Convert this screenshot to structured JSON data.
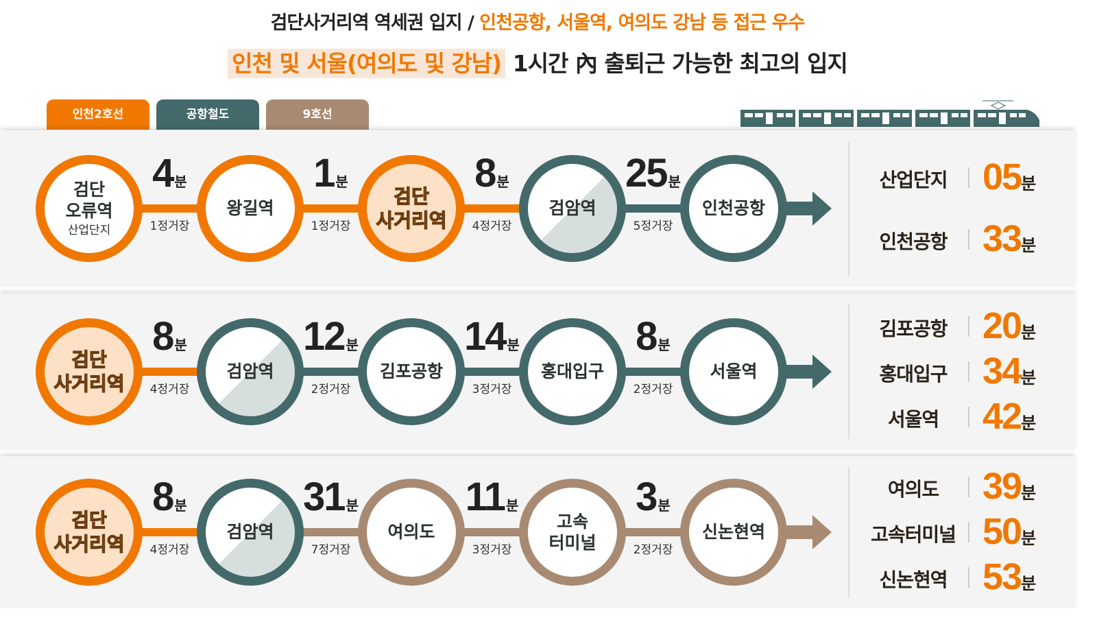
{
  "header": {
    "line1_black": "검단사거리역 역세권 입지 / ",
    "line1_orange": "인천공항, 서울역, 여의도 강남 등 접근 우수",
    "line2_highlight": "인천 및 서울(여의도 및 강남)",
    "line2_rest": " 1시간 內 출퇴근 가능한 최고의 입지"
  },
  "colors": {
    "orange": "#f07800",
    "teal": "#44696a",
    "brown": "#a88a72"
  },
  "tabs": [
    {
      "label": "인천2호선",
      "color": "#f07800"
    },
    {
      "label": "공항철도",
      "color": "#44696a"
    },
    {
      "label": "9호선",
      "color": "#a88a72"
    }
  ],
  "unit": "분",
  "rows": [
    {
      "arrow": "#44696a",
      "stations": [
        {
          "name": "검단\n오류역",
          "sub": "산업단지",
          "ring": "#f07800",
          "style": "plain"
        },
        {
          "name": "왕길역",
          "ring": "#f07800",
          "style": "plain"
        },
        {
          "name": "검단\n사거리역",
          "ring": "#f07800",
          "style": "hl"
        },
        {
          "name": "검암역",
          "ring": "#44696a",
          "style": "shaded"
        },
        {
          "name": "인천공항",
          "ring": "#44696a",
          "style": "plain"
        }
      ],
      "segments": [
        {
          "minutes": "4",
          "stops": "1정거장",
          "color": "#f07800"
        },
        {
          "minutes": "1",
          "stops": "1정거장",
          "color": "#f07800"
        },
        {
          "minutes": "8",
          "stops": "4정거장",
          "color": "#f07800"
        },
        {
          "minutes": "25",
          "stops": "5정거장",
          "color": "#44696a"
        }
      ],
      "summary": [
        {
          "name": "산업단지",
          "minutes": "05"
        },
        {
          "name": "인천공항",
          "minutes": "33"
        }
      ]
    },
    {
      "arrow": "#44696a",
      "stations": [
        {
          "name": "검단\n사거리역",
          "ring": "#f07800",
          "style": "hl"
        },
        {
          "name": "검암역",
          "ring": "#44696a",
          "style": "shaded"
        },
        {
          "name": "김포공항",
          "ring": "#44696a",
          "style": "plain"
        },
        {
          "name": "홍대입구",
          "ring": "#44696a",
          "style": "plain"
        },
        {
          "name": "서울역",
          "ring": "#44696a",
          "style": "plain"
        }
      ],
      "segments": [
        {
          "minutes": "8",
          "stops": "4정거장",
          "color": "#f07800"
        },
        {
          "minutes": "12",
          "stops": "2정거장",
          "color": "#44696a"
        },
        {
          "minutes": "14",
          "stops": "3정거장",
          "color": "#44696a"
        },
        {
          "minutes": "8",
          "stops": "2정거장",
          "color": "#44696a"
        }
      ],
      "summary": [
        {
          "name": "김포공항",
          "minutes": "20"
        },
        {
          "name": "홍대입구",
          "minutes": "34"
        },
        {
          "name": "서울역",
          "minutes": "42"
        }
      ]
    },
    {
      "arrow": "#a88a72",
      "stations": [
        {
          "name": "검단\n사거리역",
          "ring": "#f07800",
          "style": "hl"
        },
        {
          "name": "검암역",
          "ring": "#44696a",
          "style": "shaded"
        },
        {
          "name": "여의도",
          "ring": "#a88a72",
          "style": "plain"
        },
        {
          "name": "고속\n터미널",
          "ring": "#a88a72",
          "style": "plain"
        },
        {
          "name": "신논현역",
          "ring": "#a88a72",
          "style": "plain"
        }
      ],
      "segments": [
        {
          "minutes": "8",
          "stops": "4정거장",
          "color": "#f07800"
        },
        {
          "minutes": "31",
          "stops": "7정거장",
          "color": "#a88a72"
        },
        {
          "minutes": "11",
          "stops": "3정거장",
          "color": "#a88a72"
        },
        {
          "minutes": "3",
          "stops": "2정거장",
          "color": "#a88a72"
        }
      ],
      "summary": [
        {
          "name": "여의도",
          "minutes": "39"
        },
        {
          "name": "고속터미널",
          "minutes": "50"
        },
        {
          "name": "신논현역",
          "minutes": "53"
        }
      ]
    }
  ]
}
